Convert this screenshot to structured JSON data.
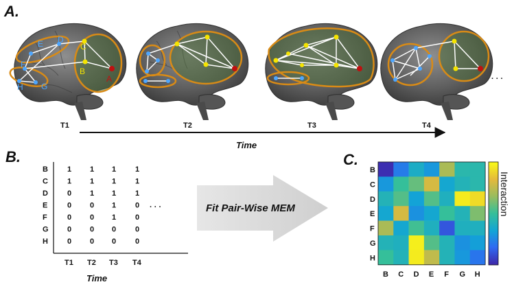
{
  "panel_labels": {
    "a": "A.",
    "b": "B.",
    "c": "C."
  },
  "panel_a": {
    "time_points": [
      "T1",
      "T2",
      "T3",
      "T4"
    ],
    "time_label": "Time",
    "ellipsis": "· · ·",
    "node_letters": [
      "A",
      "B",
      "C",
      "D",
      "E",
      "F",
      "G",
      "H"
    ]
  },
  "panel_b": {
    "rows": [
      "B",
      "C",
      "D",
      "E",
      "F",
      "G",
      "H"
    ],
    "columns": [
      "T1",
      "T2",
      "T3",
      "T4"
    ],
    "values": [
      [
        1,
        1,
        1,
        1
      ],
      [
        1,
        1,
        1,
        1
      ],
      [
        0,
        1,
        1,
        1
      ],
      [
        0,
        0,
        1,
        0
      ],
      [
        0,
        0,
        1,
        0
      ],
      [
        0,
        0,
        0,
        0
      ],
      [
        0,
        0,
        0,
        0
      ]
    ],
    "ellipsis": "· · ·",
    "time_label": "Time"
  },
  "arrow_text": "Fit Pair-Wise MEM",
  "chart_data": {
    "type": "heatmap",
    "rows": [
      "B",
      "C",
      "D",
      "E",
      "F",
      "G",
      "H"
    ],
    "columns": [
      "B",
      "C",
      "D",
      "E",
      "F",
      "G",
      "H"
    ],
    "colorbar_label": "Interaction",
    "colormap": [
      "#3e26a8",
      "#2f69f2",
      "#12a4d6",
      "#35bf9a",
      "#9bbc5d",
      "#e4b93b",
      "#f9fb15"
    ],
    "values": [
      [
        0.02,
        0.22,
        0.38,
        0.3,
        0.7,
        0.45,
        0.45
      ],
      [
        0.3,
        0.5,
        0.58,
        0.8,
        0.35,
        0.42,
        0.45
      ],
      [
        0.42,
        0.55,
        0.33,
        0.55,
        0.4,
        0.96,
        0.92
      ],
      [
        0.35,
        0.8,
        0.28,
        0.35,
        0.5,
        0.42,
        0.62
      ],
      [
        0.7,
        0.35,
        0.52,
        0.4,
        0.12,
        0.4,
        0.4
      ],
      [
        0.42,
        0.4,
        0.97,
        0.55,
        0.42,
        0.28,
        0.32
      ],
      [
        0.5,
        0.42,
        0.96,
        0.75,
        0.42,
        0.3,
        0.2
      ]
    ]
  }
}
